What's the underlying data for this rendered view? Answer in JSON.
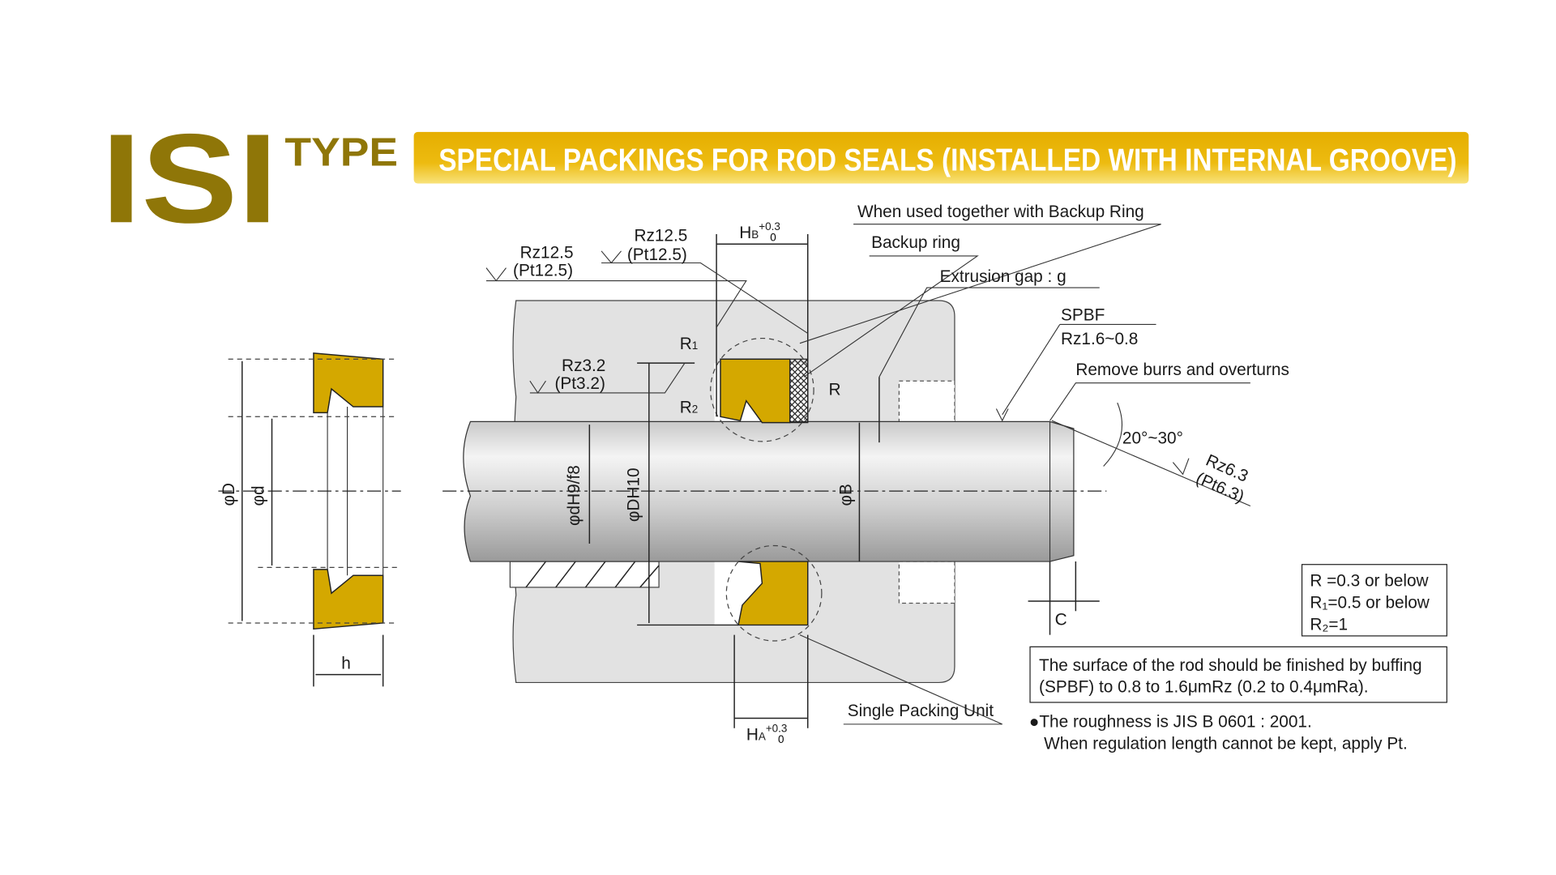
{
  "logo": {
    "series": "ISI",
    "suffix": "TYPE"
  },
  "banner": {
    "title": "SPECIAL PACKINGS FOR ROD SEALS (INSTALLED WITH INTERNAL GROOVE)"
  },
  "colors": {
    "logo": "#8F7608",
    "banner": "#E8B300",
    "seal": "#D4A800",
    "housing": "#E2E2E2"
  },
  "labels": {
    "rz12_5_a": "Rz12.5",
    "pt12_5_a": "(Pt12.5)",
    "rz12_5_b": "Rz12.5",
    "pt12_5_b": "(Pt12.5)",
    "hb": "H",
    "hb_sub": "B",
    "hb_tol_up": "+0.3",
    "hb_tol_low": "0",
    "backup_together": "When used together with Backup Ring",
    "backup_ring": "Backup ring",
    "extrusion_gap": "Extrusion gap : g",
    "spbf": "SPBF",
    "rz1_6": "Rz1.6~0.8",
    "remove_burrs": "Remove burrs and overturns",
    "angle": "20°~30°",
    "rz6_3": "Rz6.3",
    "pt6_3": "(Pt6.3)",
    "r1": "R",
    "r1_sub": "1",
    "r2": "R",
    "r2_sub": "2",
    "r": "R",
    "rz3_2": "Rz3.2",
    "pt3_2": "(Pt3.2)",
    "phi_d_h9": "φdH9/f8",
    "phi_D_h10": "φDH10",
    "phi_B": "φB",
    "phi_D": "φD",
    "phi_d": "φd",
    "h": "h",
    "c": "C",
    "ha": "H",
    "ha_sub": "A",
    "ha_tol_up": "+0.3",
    "ha_tol_low": "0",
    "single_packing": "Single Packing Unit"
  },
  "radius_box": [
    "R  =0.3 or below",
    "R₁=0.5 or below",
    "R₂=1"
  ],
  "surface_note": [
    "The surface of the rod should be finished by buffing",
    "(SPBF) to 0.8 to 1.6μmRz (0.2 to 0.4μmRa)."
  ],
  "footnotes": [
    "●The roughness is JIS B 0601 : 2001.",
    "When regulation length cannot be kept, apply Pt."
  ]
}
